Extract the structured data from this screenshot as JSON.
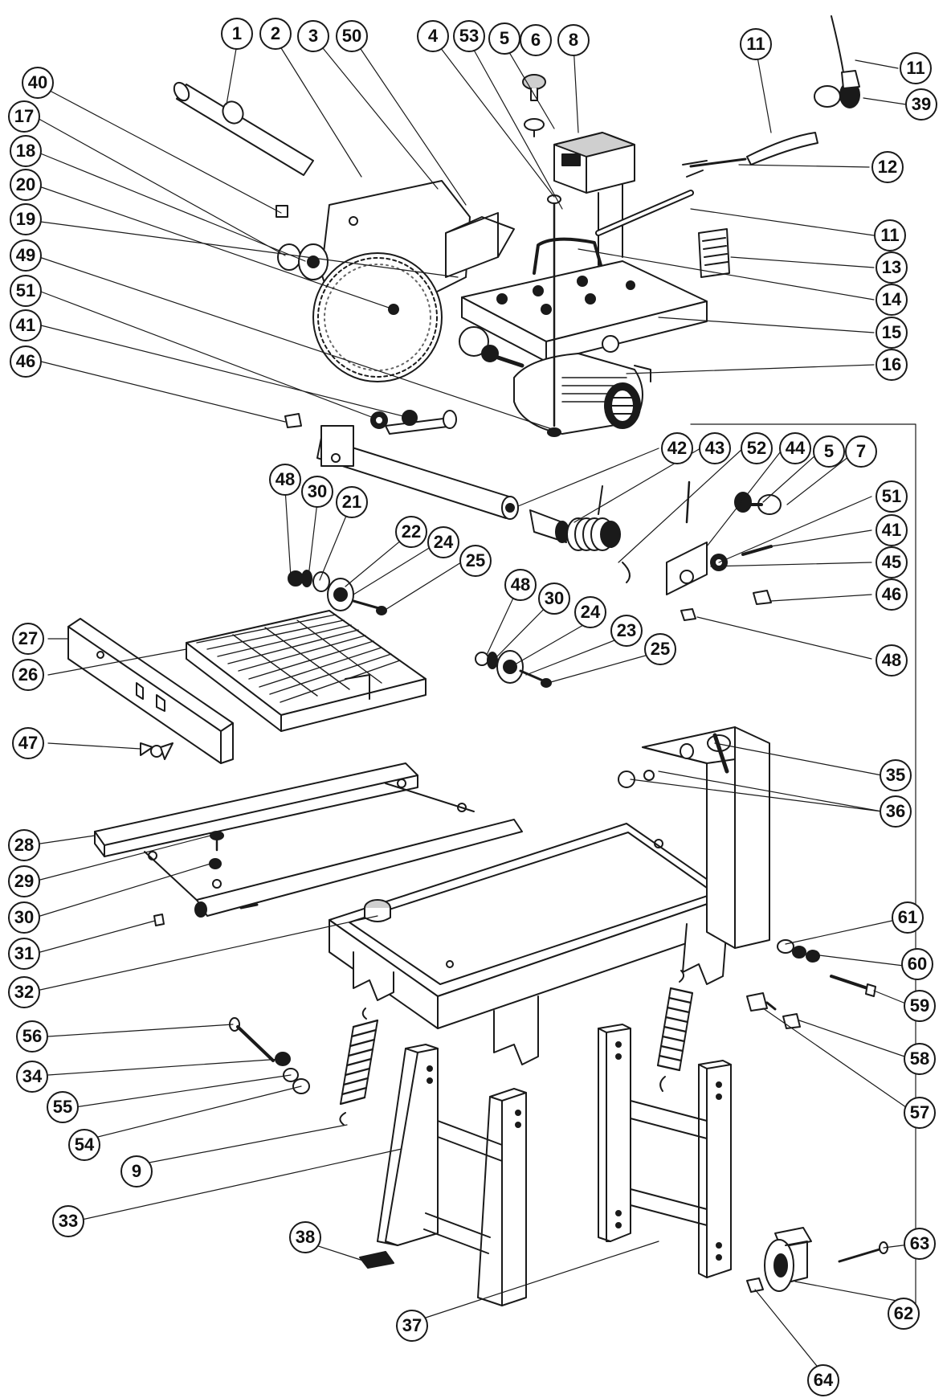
{
  "diagram": {
    "type": "exploded-parts-diagram",
    "line_color": "#1a1a1a",
    "shade_color": "#cfcfcf",
    "callouts": [
      "1",
      "2",
      "3",
      "50",
      "4",
      "53",
      "5",
      "6",
      "8",
      "11",
      "11",
      "39",
      "40",
      "17",
      "18",
      "20",
      "19",
      "49",
      "12",
      "11",
      "13",
      "51",
      "41",
      "46",
      "14",
      "15",
      "16",
      "42",
      "43",
      "52",
      "44",
      "5",
      "7",
      "48",
      "30",
      "21",
      "22",
      "24",
      "25",
      "51",
      "41",
      "45",
      "46",
      "48",
      "30",
      "24",
      "23",
      "25",
      "48",
      "27",
      "26",
      "47",
      "35",
      "36",
      "28",
      "29",
      "30",
      "31",
      "32",
      "61",
      "60",
      "59",
      "58",
      "56",
      "34",
      "55",
      "54",
      "9",
      "57",
      "33",
      "38",
      "37",
      "63",
      "62",
      "64"
    ]
  },
  "legend_ids": [
    "1",
    "2",
    "3",
    "4",
    "5",
    "6",
    "7",
    "8",
    "9",
    "11",
    "12",
    "13",
    "14",
    "15",
    "16",
    "17",
    "18",
    "19",
    "20",
    "21",
    "22",
    "23",
    "24",
    "25",
    "26",
    "27",
    "28",
    "29",
    "30",
    "31",
    "32",
    "33",
    "34",
    "35",
    "36",
    "37",
    "38",
    "39",
    "40",
    "41",
    "42",
    "43",
    "44",
    "45",
    "46",
    "47",
    "48",
    "49",
    "50",
    "51",
    "52",
    "53",
    "54",
    "55",
    "56",
    "57",
    "58",
    "59",
    "60",
    "61",
    "62",
    "63",
    "64"
  ]
}
